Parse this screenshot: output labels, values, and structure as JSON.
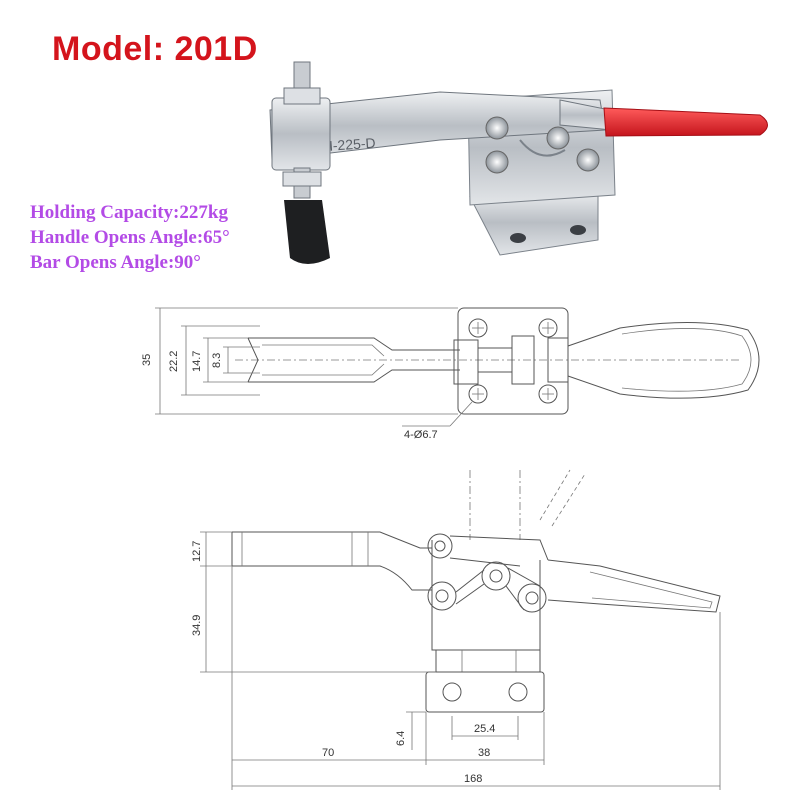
{
  "title": "Model: 201D",
  "specs": {
    "holding_capacity": "Holding Capacity:227kg",
    "handle_angle": "Handle Opens Angle:65°",
    "bar_angle": "Bar Opens Angle:90°"
  },
  "clamp_marking": "GH-225-D",
  "dimensions": {
    "top_view": {
      "d35": "35",
      "d22_2": "22.2",
      "d14_7": "14.7",
      "d8_3": "8.3",
      "holes": "4-Ø6.7"
    },
    "side_view": {
      "d12_7": "12.7",
      "d34_9": "34.9",
      "d6_4": "6.4",
      "d25_4": "25.4",
      "d70": "70",
      "d38": "38",
      "d168": "168"
    }
  },
  "colors": {
    "title": "#d4141c",
    "specs": "#b34be6",
    "handle": "#e8202a",
    "metal": "#c9cdd2"
  }
}
